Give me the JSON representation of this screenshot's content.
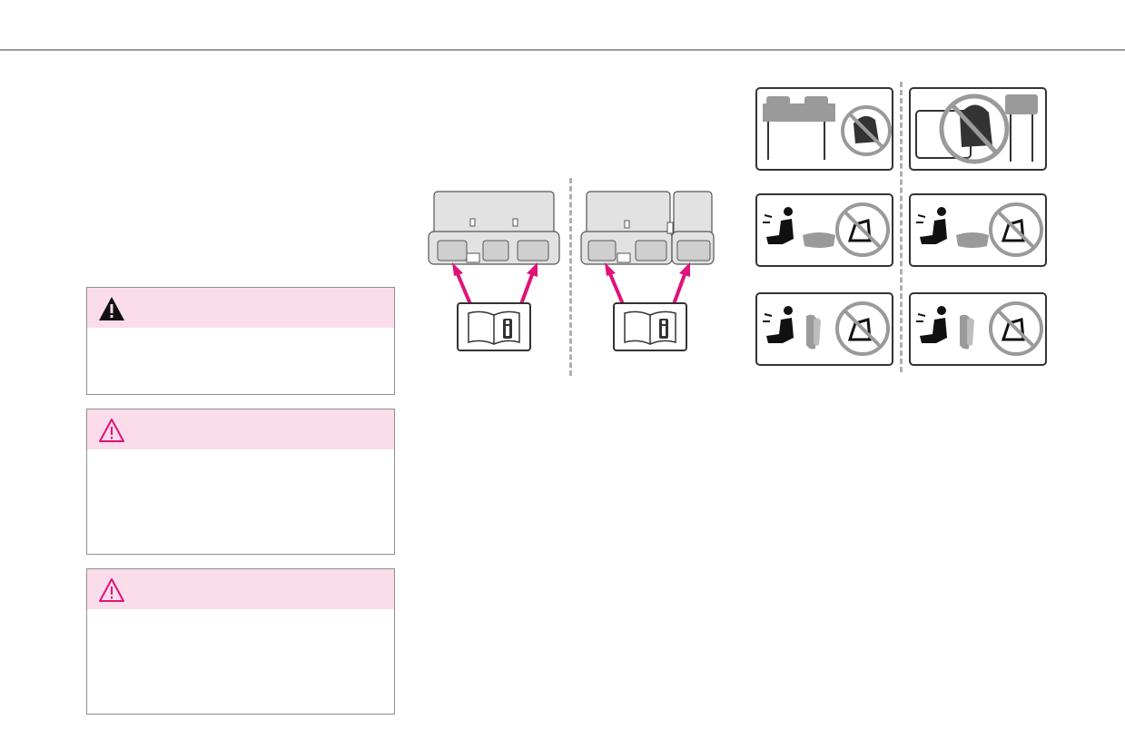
{
  "colors": {
    "accent": "#e0127a",
    "warning_header_bg": "#fadcea",
    "pictogram_gray": "#9a9a9a"
  },
  "warnings": [
    {
      "level": "danger",
      "icon": "warning-triangle-filled-icon"
    },
    {
      "level": "warning",
      "icon": "warning-triangle-outline-icon"
    },
    {
      "level": "warning",
      "icon": "warning-triangle-outline-icon"
    }
  ],
  "illustrations": {
    "seats": [
      "rear-bench-seat",
      "rear-split-seat"
    ],
    "manual_icon": "owners-manual-info-icon",
    "pictograms": [
      "no-rear-facing-child-seat-front-icon",
      "no-rear-facing-child-seat-side-icon",
      "airbag-flat-cushion-no-rear-facing-seat-icon",
      "airbag-flat-cushion-no-rear-facing-seat-icon",
      "airbag-side-cushion-no-rear-facing-seat-icon",
      "airbag-side-cushion-no-rear-facing-seat-icon"
    ]
  }
}
